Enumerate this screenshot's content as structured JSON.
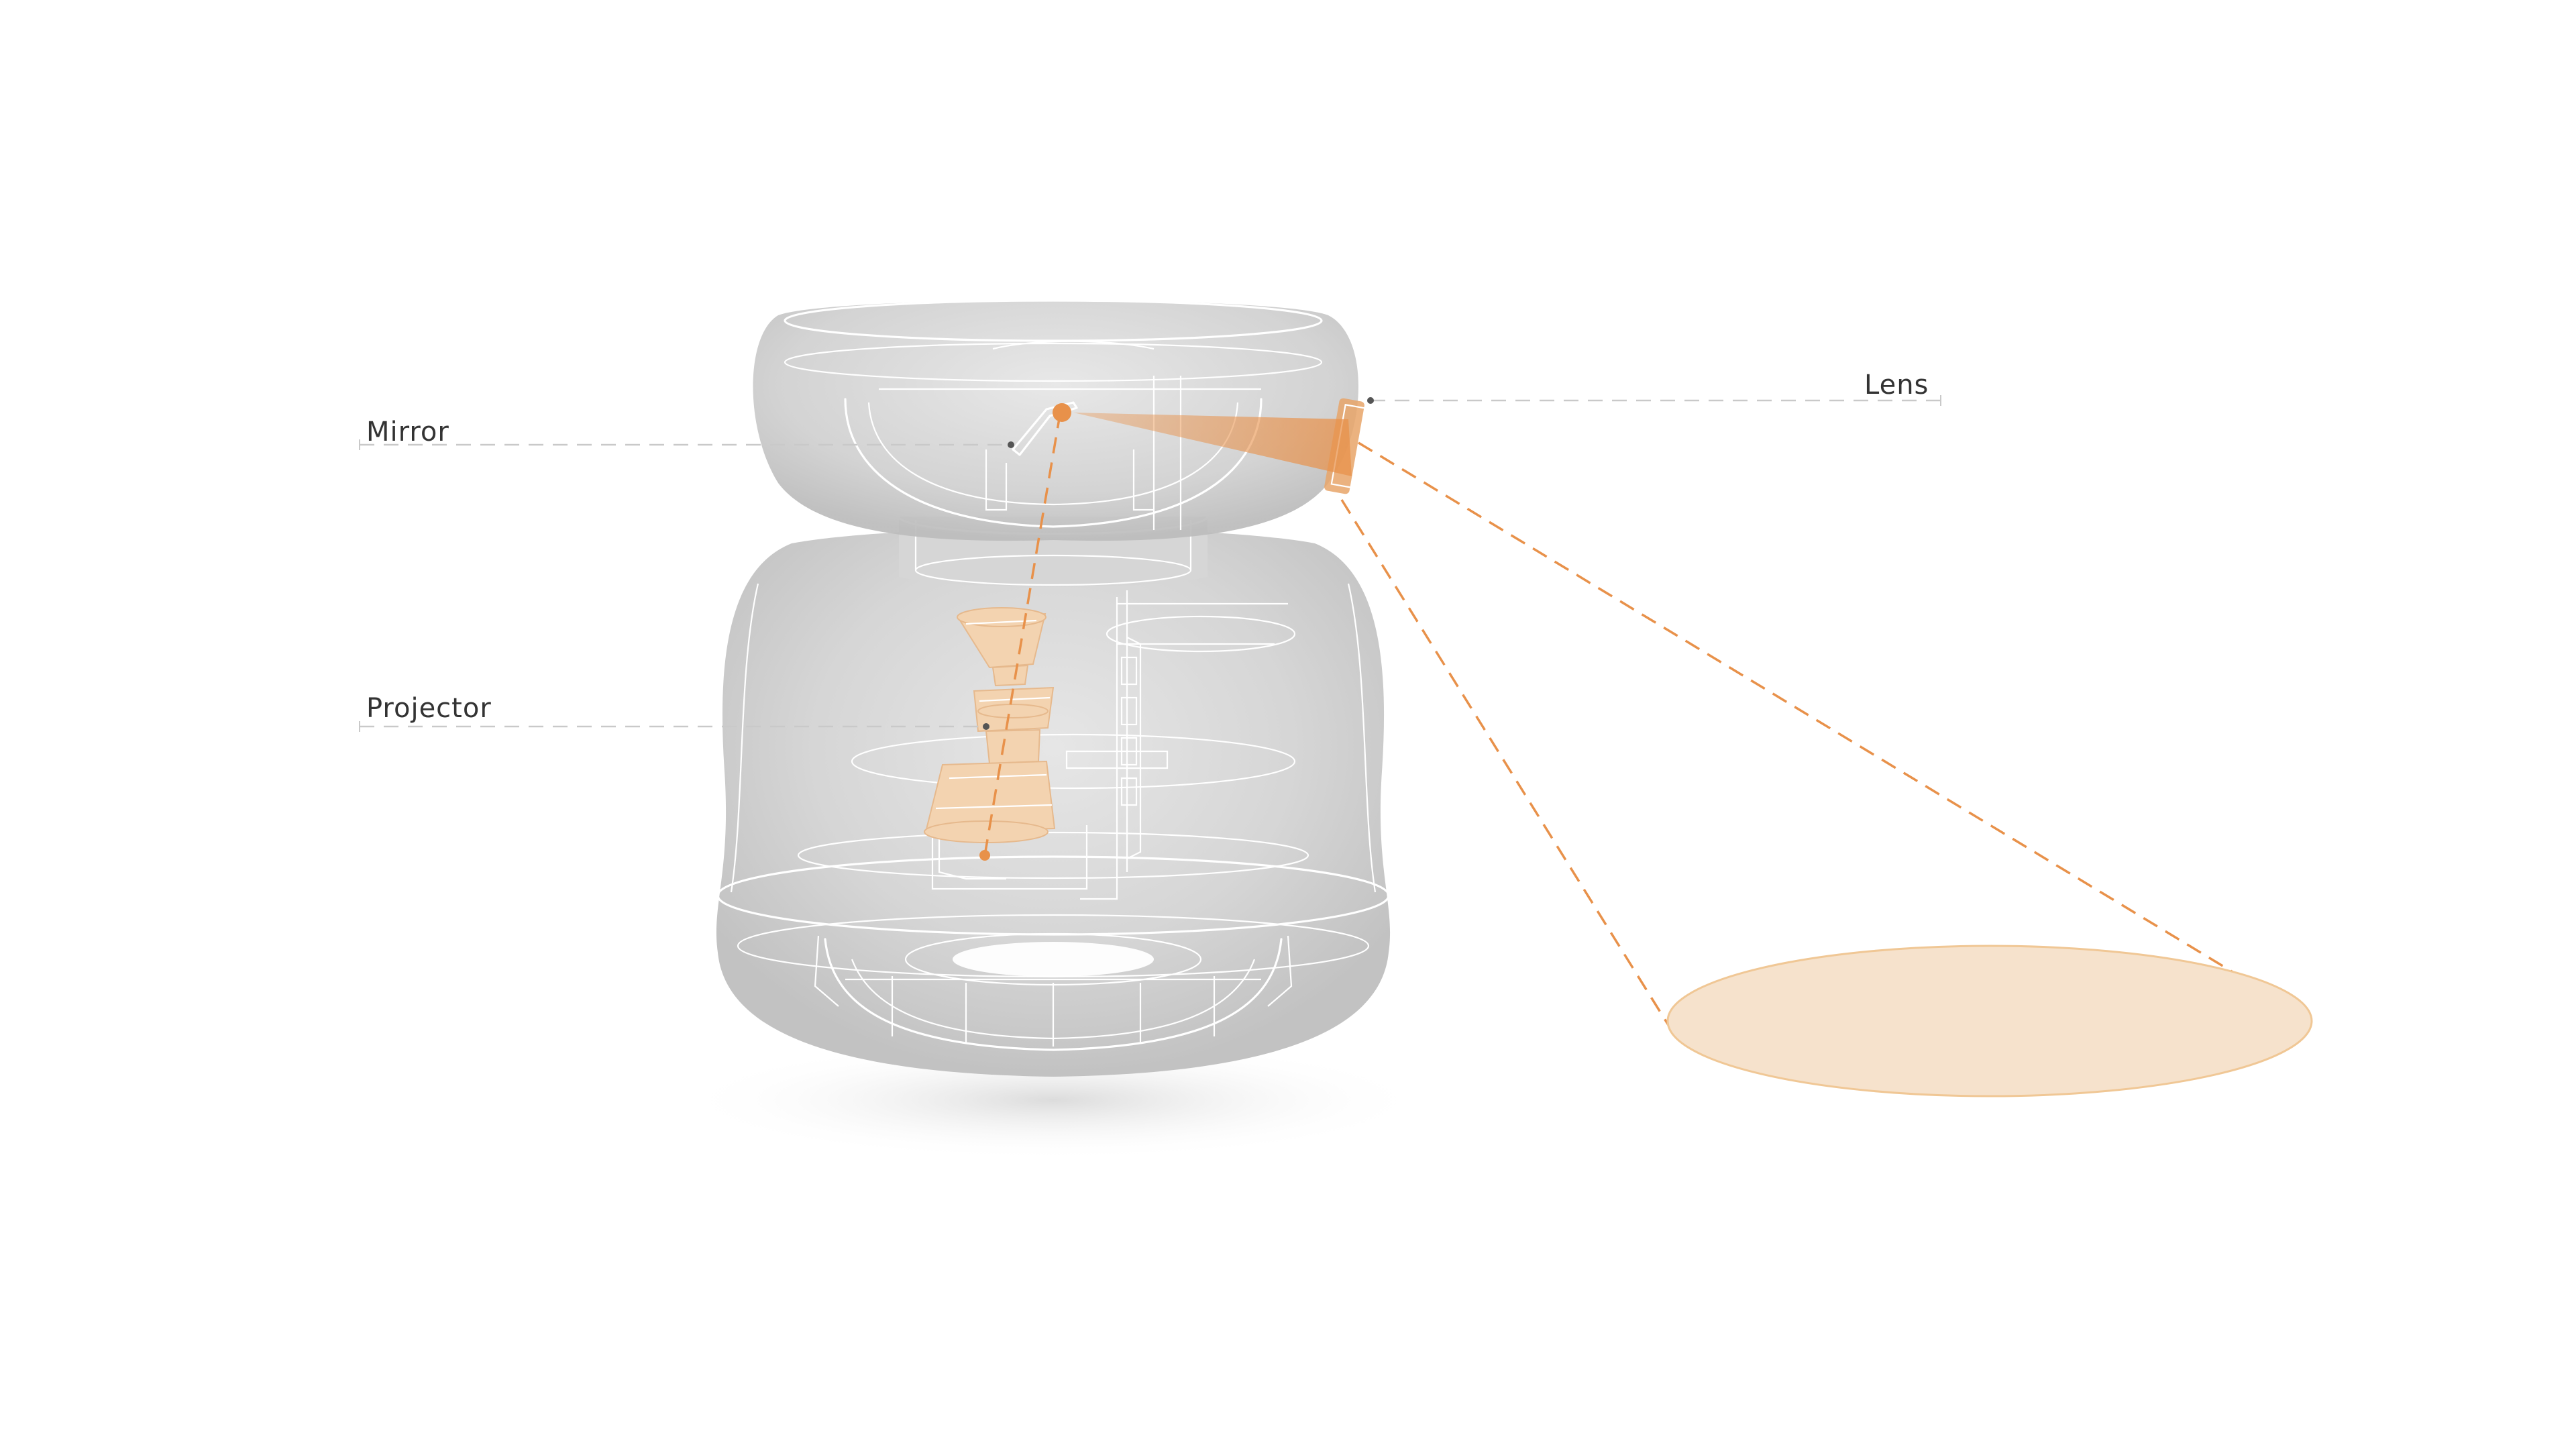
{
  "labels": {
    "mirror": "Mirror",
    "projector": "Projector",
    "lens": "Lens"
  },
  "colors": {
    "accent": "#E8914A",
    "accent_light": "#F6E2CC",
    "housing": "#CFCFCF",
    "leader": "#C9C9C9",
    "label_text": "#333333"
  }
}
